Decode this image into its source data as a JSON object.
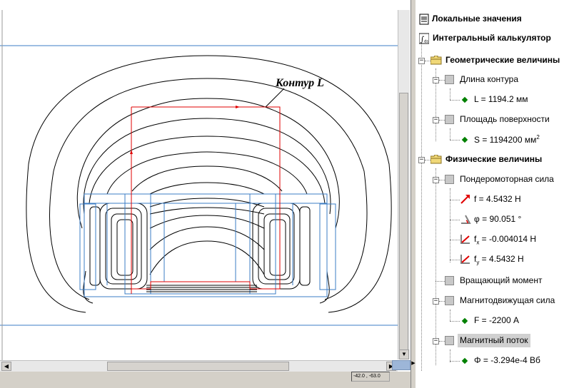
{
  "drawing": {
    "annotation_label": "Контур  L",
    "coord_readout": "-42.0 , -63.0"
  },
  "tree": {
    "local_values": "Локальные значения",
    "integral_calculator": "Интегральный калькулятор",
    "geometric": "Геометрические величины",
    "contour_length": "Длина контура",
    "contour_length_value": "L = 1194.2 мм",
    "surface_area": "Площадь поверхности",
    "surface_area_value": "S = 1194200 мм",
    "surface_area_exp": "2",
    "physical": "Физические величины",
    "ponderomotive": "Пондеромоторная сила",
    "force_f": "f = 4.5432 Н",
    "force_phi": "φ = 90.051 °",
    "force_fx_sym": "f",
    "force_fx_sub": "x",
    "force_fx_rest": " = -0.004014 Н",
    "force_fy_sym": "f",
    "force_fy_sub": "y",
    "force_fy_rest": " = 4.5432 Н",
    "torque": "Вращающий момент",
    "mmf": "Магнитодвижущая сила",
    "mmf_value": "F = -2200 А",
    "flux": "Магнитный поток",
    "flux_value": "Φ = -3.294e-4 Вб"
  },
  "colors": {
    "contour": "#e00000",
    "regions": "#3b7cc4",
    "field_lines": "#000000",
    "value_bullet": "#008000"
  },
  "icons": {
    "local_values": "document-icon",
    "integral_calculator": "integral-icon",
    "groups": "folder-icon",
    "quantities": "gray-box-icon",
    "values": "green-diamond-icon"
  }
}
